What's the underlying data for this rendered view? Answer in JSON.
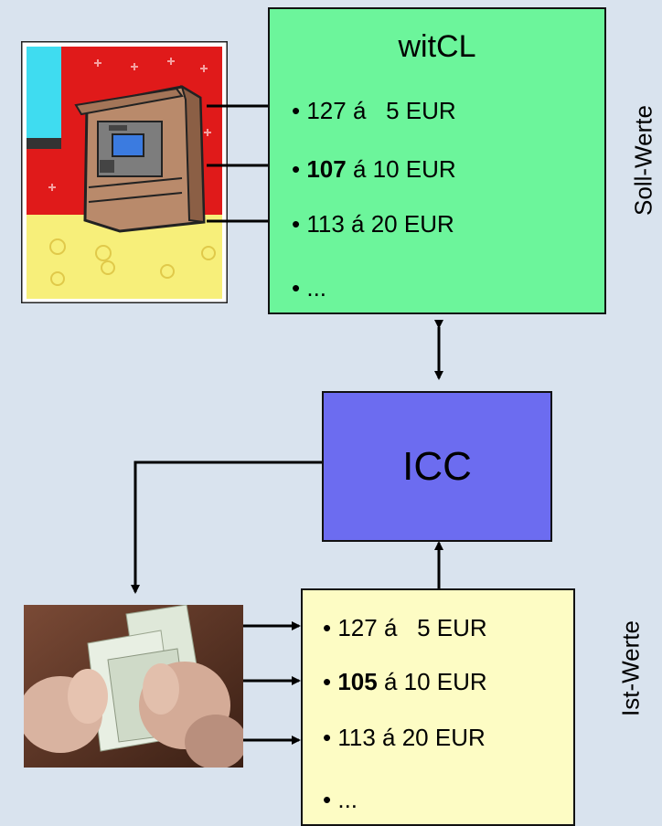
{
  "witcl": {
    "title": "witCL",
    "items": [
      {
        "bullet": "•",
        "count": "127",
        "rest": " á   5 EUR",
        "bold": false
      },
      {
        "bullet": "•",
        "count": "107",
        "rest": " á 10 EUR",
        "bold": true
      },
      {
        "bullet": "•",
        "count": "113",
        "rest": " á 20 EUR",
        "bold": false
      },
      {
        "bullet": "•",
        "count": "...",
        "rest": "",
        "bold": false
      }
    ],
    "side_label": "Soll-Werte"
  },
  "icc": {
    "title": "ICC"
  },
  "ist": {
    "items": [
      {
        "bullet": "•",
        "count": "127",
        "rest": " á   5 EUR",
        "bold": false
      },
      {
        "bullet": "•",
        "count": "105",
        "rest": " á 10 EUR",
        "bold": true
      },
      {
        "bullet": "•",
        "count": "113",
        "rest": " á 20 EUR",
        "bold": false
      },
      {
        "bullet": "•",
        "count": "...",
        "rest": "",
        "bold": false
      }
    ],
    "side_label": "Ist-Werte"
  },
  "colors": {
    "background": "#d9e3ee",
    "witcl_box": "#6cf59b",
    "icc_box": "#6c6cf0",
    "ist_box": "#fdfcc4"
  },
  "pictures": {
    "atm": "atm-machine-icon",
    "money": "counting-cash-photo"
  }
}
